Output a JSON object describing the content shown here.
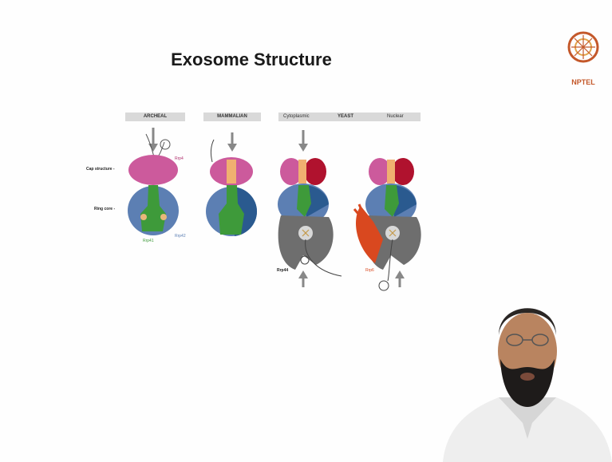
{
  "slide": {
    "title": "Exosome Structure",
    "logo_text": "NPTEL",
    "columns": [
      {
        "label": "ARCHEAL"
      },
      {
        "label": "MAMMALIAN"
      },
      {
        "labels": [
          "Cytoplasmic",
          "YEAST",
          "Nuclear"
        ]
      }
    ],
    "annotations": {
      "cap": "Cap structure -",
      "ring": "Ring core -",
      "rrp4": "Rrp4",
      "rrp41": "Rrp41",
      "rrp42": "Rrp42",
      "rrp44": "Rrp44",
      "rrp6": "Rrp6"
    }
  },
  "colors": {
    "cap_pink": "#cc5a9c",
    "ring_blue": "#5c7fb3",
    "channel_green": "#3e9a3a",
    "dark_red": "#b0122e",
    "dark_blue": "#2a5a8f",
    "grey": "#7a7a7a",
    "orange": "#d9481f",
    "accent": "#c4582a"
  }
}
